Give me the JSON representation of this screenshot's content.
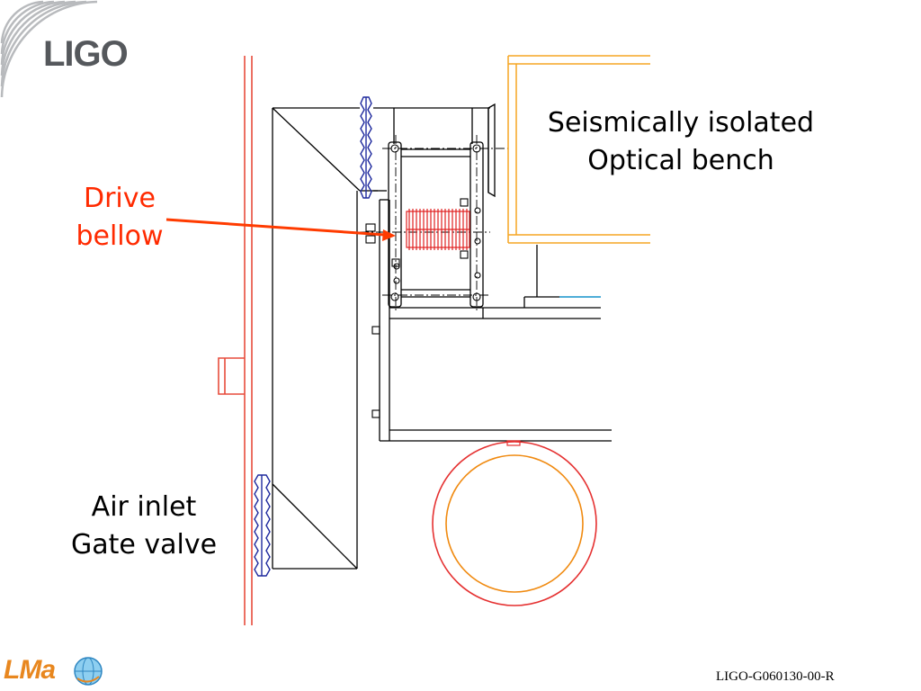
{
  "logo": {
    "text": "LIGO",
    "icon": "ligo-arcs-icon"
  },
  "labels": {
    "bench": {
      "line1": "Seismically isolated",
      "line2": "Optical bench"
    },
    "drive": {
      "line1": "Drive",
      "line2": "bellow"
    },
    "air": {
      "line1": "Air inlet",
      "line2": "Gate valve"
    }
  },
  "footer": {
    "lma_logo": "LMa",
    "doc_id": "LIGO-G060130-00-R"
  },
  "colors": {
    "wall": "#e74c3c",
    "drawing": "#000000",
    "bench": "#f5a623",
    "bellows_blue": "#1f2a9e",
    "drive_bellow": "#e02020",
    "pointer_arrow": "#ff3b00",
    "ring_outer": "#e53030",
    "ring_inner": "#f08a10",
    "accent_line": "#29a9e0"
  }
}
